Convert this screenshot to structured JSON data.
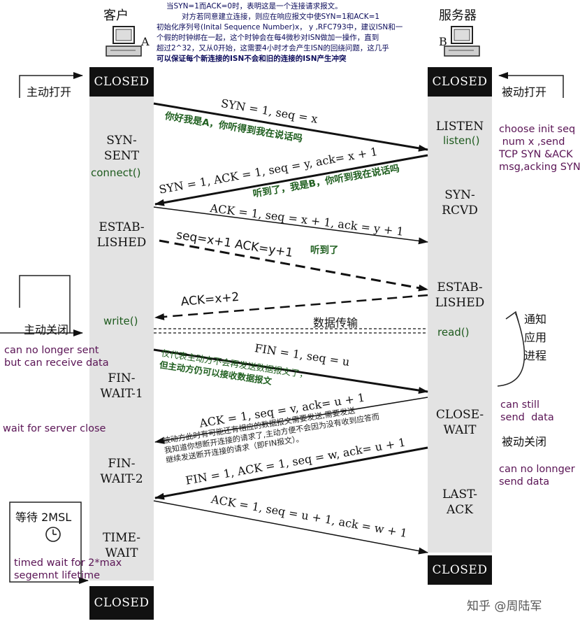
{
  "headers": {
    "client": "客户",
    "server": "服务器",
    "client_host": "A",
    "server_host": "B"
  },
  "intro_note": {
    "lines": [
      "当SYN=1而ACK=0时，表明这是一个连接请求报文。",
      "对方若同意建立连接，则应在响应报文中使SYN=1和ACK=1",
      "初始化序列号(Inital Sequence Number)x， y ,RFC793中，建议ISN和一",
      "个假的时钟绑在一起，这个时钟会在每4微秒对ISN做加一操作，直到",
      "超过2^32，又从0开始，这需要4小时才会产生ISN的回绕问题，这几乎",
      "可以保证每个新连接的ISN不会和旧的连接的ISN产生冲突"
    ]
  },
  "states": {
    "closed": "CLOSED",
    "syn_sent": [
      "SYN-",
      "SENT"
    ],
    "established_client": [
      "ESTAB-",
      "LISHED"
    ],
    "fin_wait_1": [
      "FIN-",
      "WAIT-1"
    ],
    "fin_wait_2": [
      "FIN-",
      "WAIT-2"
    ],
    "time_wait": [
      "TIME-",
      "WAIT"
    ],
    "listen": "LISTEN",
    "syn_rcvd": [
      "SYN-",
      "RCVD"
    ],
    "established_server": [
      "ESTAB-",
      "LISHED"
    ],
    "close_wait": [
      "CLOSE-",
      "WAIT"
    ],
    "last_ack": [
      "LAST-",
      "ACK"
    ]
  },
  "functions": {
    "connect": "connect()",
    "listen": "listen()",
    "write": "write()",
    "read": "read()"
  },
  "side_labels": {
    "active_open": "主动打开",
    "passive_open": "被动打开",
    "active_close": "主动关闭",
    "passive_close": "被动关闭",
    "notify_app": [
      "通知",
      "应用",
      "进程"
    ],
    "wait_2msl": "等待 2MSL"
  },
  "messages": {
    "syn": "SYN = 1, seq = x",
    "syn_ack": "SYN = 1, ACK = 1, seq = y, ack= x + 1",
    "ack": "ACK = 1, seq = x + 1, ack = y + 1",
    "data_send": "seq=x+1 ACK=y+1",
    "data_ack": "ACK=x+2",
    "data_transfer": "数据传输",
    "fin": "FIN = 1, seq = u",
    "ack_fin": "ACK = 1, seq = v, ack= u + 1",
    "fin_ack": "FIN = 1, ACK = 1, seq = w, ack= u + 1",
    "last": "ACK = 1, seq = u + 1, ack = w + 1"
  },
  "green_notes": {
    "syn": "你好我是A，你听得到我在说话吗",
    "syn_ack": "听到了，我是B，你听到我在说话吗",
    "ack": "听到了",
    "fin_lines": [
      "仅代表主动方不会再发送数据报文了，",
      "但主动方仍可以接收数据报文"
    ]
  },
  "close_wait_note": [
    "被动方此时有可能还有相应的数据报文需要发送,需要发送",
    "我知道你想断开连接的请求了,主动方便不会因为没有收到应答而",
    "继续发送断开连接的请求（即FIN报文）。"
  ],
  "purple_notes": {
    "choose_isn": [
      "choose init seq",
      " num x ,send",
      "TCP SYN &ACK",
      "msg,acking SYN"
    ],
    "no_longer_sent": [
      "can no longer sent",
      "but can receive data"
    ],
    "wait_server_close": "wait for server close",
    "can_still_send": [
      "can still",
      "send  data"
    ],
    "no_longer_send": [
      "can no lonnger",
      "send data"
    ],
    "timed_wait": [
      "timed wait for 2*max",
      "segemnt lifetime"
    ]
  },
  "watermark": "知乎 @周陆军",
  "colors": {
    "lifeline": "#e3e3e3",
    "closed_box": "#111111",
    "purple_note": "#5a1455",
    "green_note": "#1e5e1e",
    "blue_note": "#0a0a5a"
  }
}
